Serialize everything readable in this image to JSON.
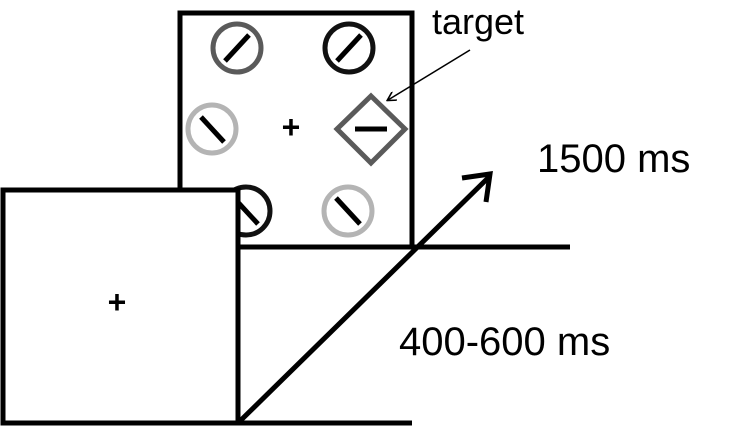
{
  "diagram": {
    "labels": {
      "target": "target",
      "search_duration": "1500 ms",
      "fixation_duration": "400-600 ms",
      "fixation_symbol": "+"
    },
    "search_display": {
      "items": [
        {
          "shape": "circle",
          "tilt": "right",
          "color": "#5a5a5a"
        },
        {
          "shape": "circle",
          "tilt": "right",
          "color": "#111111"
        },
        {
          "shape": "circle",
          "tilt": "left",
          "color": "#b4b4b4"
        },
        {
          "shape": "diamond",
          "tilt": "horizontal",
          "color": "#5a5a5a"
        },
        {
          "shape": "circle",
          "tilt": "left",
          "color": "#111111"
        },
        {
          "shape": "circle",
          "tilt": "left",
          "color": "#b4b4b4"
        }
      ]
    }
  }
}
